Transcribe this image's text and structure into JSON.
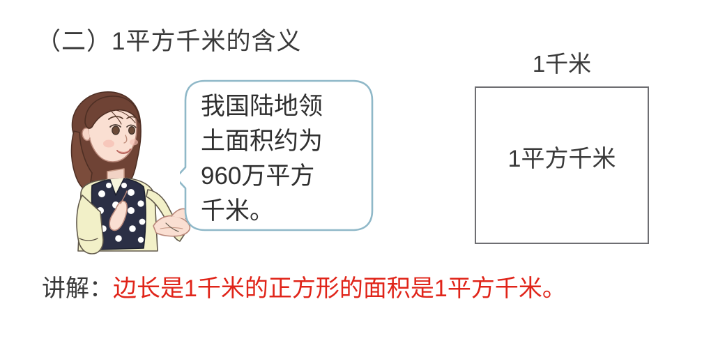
{
  "slide": {
    "background_color": "#ffffff",
    "title": "（二）1平方千米的含义"
  },
  "illustration": {
    "figure_name": "teacher-character",
    "description_colors": {
      "hair": "#7a4b3a",
      "skin": "#f7ddd2",
      "blouse": "#f2f0c8",
      "vest": "#2b2f45",
      "vest_dots": "#ffffff",
      "outline": "#3a3a3a"
    }
  },
  "speech_bubble": {
    "border_color": "#8fb8c8",
    "fill_color": "#ffffff",
    "text": "我国陆地领\n土面积约为\n960万平方\n千米。",
    "text_color": "#2f2f2f"
  },
  "square_diagram": {
    "top_label": "1千米",
    "inner_label": "1平方千米",
    "border_color": "#6e6e72",
    "fill_color": "#ffffff"
  },
  "caption": {
    "label": "讲解：",
    "label_color": "#3a3a3a",
    "highlight": "边长是1千米的正方形的面积是1平方千米。",
    "highlight_color": "#e02419"
  }
}
